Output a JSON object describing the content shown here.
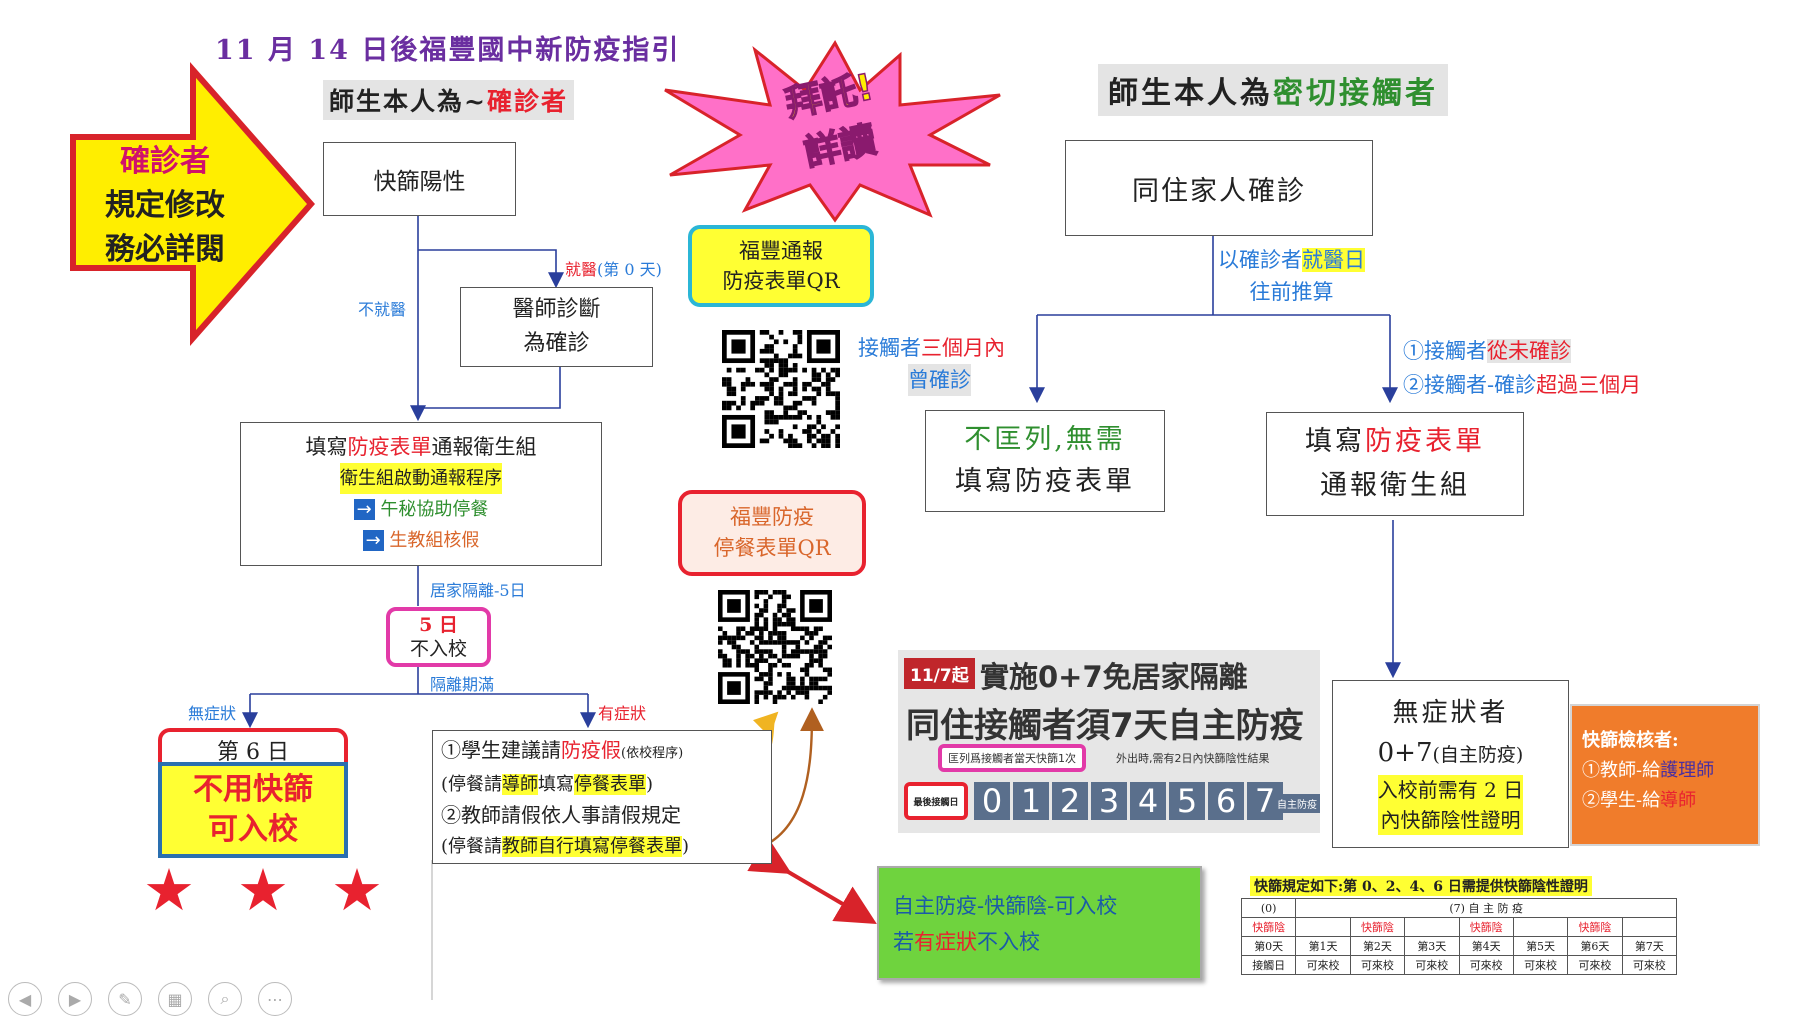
{
  "title": "11 月 14 日後福豐國中新防疫指引",
  "left_header": {
    "prefix": "師生本人為~",
    "highlight": "確診者"
  },
  "big_arrow": {
    "line1": "確診者",
    "line2": "規定修改",
    "line3": "務必詳閱"
  },
  "left_flow": {
    "rapid_positive": "快篩陽性",
    "see_doctor_label": "就醫",
    "see_doctor_day": "(第 0 天)",
    "no_doctor_label": "不就醫",
    "doctor_diag_line1": "醫師診斷",
    "doctor_diag_line2": "為確診",
    "fill_form": {
      "pre": "填寫",
      "hl": "防疫表單",
      "post": "通報衛生組"
    },
    "health_team": "衛生組啟動通報程序",
    "arrow_glyph": "→",
    "lunch_help": "午秘協助停餐",
    "leave_check": "生教組核假",
    "home_isolation": "居家隔離-5日",
    "five_days": {
      "num": "5 日",
      "text": "不入校"
    },
    "isolation_over": "隔離期滿",
    "no_symptom": "無症狀",
    "has_symptom": "有症狀",
    "day6": "第 6 日",
    "no_test_line1": "不用快篩",
    "no_test_line2": "可入校",
    "stars": [
      "★",
      "★",
      "★"
    ],
    "sym_line1": {
      "pre": "①學生建議請",
      "red": "防疫假",
      "small": "(依校程序)"
    },
    "sym_line2": {
      "p1": "(停餐請",
      "h1": "導師",
      "p2": "填寫",
      "h2": "停餐表單",
      "p3": ")"
    },
    "sym_line3": "②教師請假依人事請假規定",
    "sym_line4": {
      "p1": "(停餐請",
      "h1": "教師自行填寫",
      "h2": "停餐表單",
      "p3": ")"
    }
  },
  "burst": {
    "line1": "拜託!",
    "line2": "詳讀"
  },
  "qr1": {
    "line1": "福豐通報",
    "line2": "防疫表單QR"
  },
  "qr2": {
    "line1": "福豐防疫",
    "line2": "停餐表單QR"
  },
  "right_header": {
    "prefix": "師生本人為",
    "highlight": "密切接觸者"
  },
  "right_flow": {
    "household": "同住家人確診",
    "backtrack_pre": "以確診者",
    "backtrack_hl": "就醫日",
    "backtrack_line2": "往前推算",
    "within3_pre": "接觸者",
    "within3_red": "三個月內",
    "within3_line2": "曾確診",
    "no_list_line1": "不匡列,無需",
    "no_list_line2": "填寫防疫表單",
    "cond1_pre": "①接觸者",
    "cond1_red": "從未確診",
    "cond2_pre": "②接觸者-確診",
    "cond2_red": "超過三個月",
    "fill_form2": {
      "pre": "填寫",
      "hl": "防疫表單",
      "line2": "通報衛生組"
    },
    "asym_title": "無症狀者",
    "asym_rule": "0+7",
    "asym_rule_small": "(自主防疫)",
    "asym_req_line1": "入校前需有 2 日",
    "asym_req_line2": "內快篩陰性證明"
  },
  "banner": {
    "date_badge": "11/7起",
    "line1": "實施0+7免居家隔離",
    "line2": "同住接觸者須7天自主防疫",
    "note_pink": "匡列爲接觸者當天快篩1次",
    "note_right": "外出時,需有2日內快篩陰性結果",
    "last_day_label": "最後接觸日",
    "digits": [
      "0",
      "1",
      "2",
      "3",
      "4",
      "5",
      "6",
      "7"
    ],
    "self_label": "自主防疫"
  },
  "orange_box": {
    "title": "快篩檢核者:",
    "line1_pre": "①教師-給",
    "line1_hl": "護理師",
    "line2_pre": "②學生-給",
    "line2_hl": "導師"
  },
  "green_box": {
    "line1": "自主防疫-快篩陰-可入校",
    "line2_pre": "若",
    "line2_red": "有症狀",
    "line2_post": "不入校"
  },
  "rule_table": {
    "caption": "快篩規定如下:第 0、2、4、6 日需提供快篩陰性證明",
    "head_zero": "(0)",
    "head_seven": "(7) 自 主 防 疫",
    "test_label": "快篩陰",
    "days": [
      "第0天",
      "第1天",
      "第2天",
      "第3天",
      "第4天",
      "第5天",
      "第6天",
      "第7天"
    ],
    "bottom": [
      "接觸日",
      "可來校",
      "可來校",
      "可來校",
      "可來校",
      "可來校",
      "可來校",
      "可來校"
    ]
  },
  "nav_icons": [
    "prev-icon",
    "next-icon",
    "pen-icon",
    "slides-icon",
    "zoom-icon",
    "more-icon"
  ],
  "colors": {
    "red": "#e8222f",
    "yellow": "#ffff33",
    "pink": "#e23aa8",
    "cyan": "#2bb6d6",
    "green": "#6fd33e",
    "orange": "#f07c2b",
    "navy": "#1f2e8a"
  }
}
